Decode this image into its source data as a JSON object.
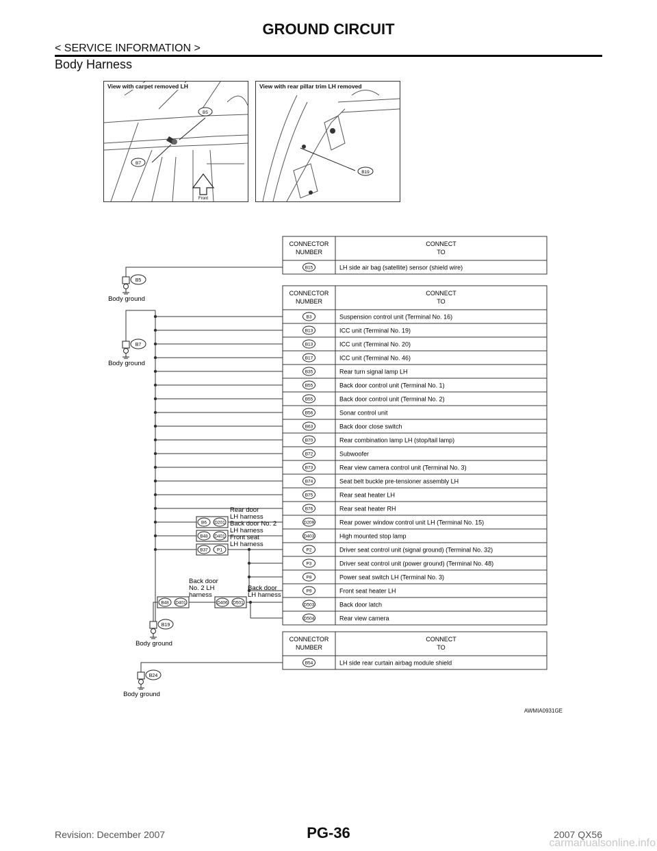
{
  "header": {
    "title": "GROUND CIRCUIT",
    "subtitle": "< SERVICE INFORMATION >",
    "section": "Body Harness"
  },
  "photos": {
    "left": {
      "caption": "View with carpet removed LH",
      "callouts": [
        "B5",
        "B7"
      ],
      "front_label": "Front"
    },
    "right": {
      "caption": "View with rear pillar trim LH removed",
      "callouts": [
        "B19"
      ]
    }
  },
  "table_headers": {
    "connector": [
      "CONNECTOR",
      "NUMBER"
    ],
    "connect_to": [
      "CONNECT",
      "TO"
    ]
  },
  "ground_points": [
    {
      "id": "B5",
      "label": "Body ground"
    },
    {
      "id": "B7",
      "label": "Body ground"
    },
    {
      "id": "B19",
      "label": "Body ground"
    },
    {
      "id": "B24",
      "label": "Body ground"
    }
  ],
  "table1": [
    {
      "connector": "B15",
      "description": "LH side air bag (satellite) sensor (shield wire)"
    }
  ],
  "table2": [
    {
      "connector": "B3",
      "description": "Suspension control unit (Terminal No. 16)"
    },
    {
      "connector": "B13",
      "description": "ICC unit (Terminal No. 19)"
    },
    {
      "connector": "B13",
      "description": "ICC unit (Terminal No. 20)"
    },
    {
      "connector": "B17",
      "description": "ICC unit (Terminal No. 46)"
    },
    {
      "connector": "B35",
      "description": "Rear turn signal lamp LH"
    },
    {
      "connector": "B55",
      "description": "Back door control unit (Terminal No. 1)"
    },
    {
      "connector": "B55",
      "description": "Back door control unit (Terminal No. 2)"
    },
    {
      "connector": "B56",
      "description": "Sonar control unit"
    },
    {
      "connector": "B63",
      "description": "Back door close switch"
    },
    {
      "connector": "B70",
      "description": "Rear combination lamp LH (stop/tail lamp)"
    },
    {
      "connector": "B72",
      "description": "Subwoofer"
    },
    {
      "connector": "B73",
      "description": "Rear view camera control unit (Terminal No. 3)"
    },
    {
      "connector": "B74",
      "description": "Seat belt buckle pre-tensioner assembly LH"
    },
    {
      "connector": "B75",
      "description": "Rear seat heater LH"
    },
    {
      "connector": "B76",
      "description": "Rear seat heater RH"
    },
    {
      "connector": "D209",
      "description": "Rear power window control unit LH (Terminal No. 15)"
    },
    {
      "connector": "D403",
      "description": "High mounted stop lamp"
    },
    {
      "connector": "P2",
      "description": "Driver seat control unit (signal ground) (Terminal No. 32)"
    },
    {
      "connector": "P3",
      "description": "Driver seat control unit (power ground) (Terminal No. 48)"
    },
    {
      "connector": "P8",
      "description": "Power seat switch LH (Terminal No. 3)"
    },
    {
      "connector": "P9",
      "description": "Front seat heater LH"
    },
    {
      "connector": "D503",
      "description": "Back door latch"
    },
    {
      "connector": "D504",
      "description": "Rear view camera"
    }
  ],
  "table3": [
    {
      "connector": "B54",
      "description": "LH side rear curtain airbag module shield"
    }
  ],
  "harness_joints": [
    {
      "pair": [
        "B6",
        "D201"
      ],
      "label": [
        "Rear door",
        "LH harness"
      ]
    },
    {
      "pair": [
        "B48",
        "D401"
      ],
      "label": [
        "Back door No. 2",
        "LH harness"
      ]
    },
    {
      "pair": [
        "B37",
        "P1"
      ],
      "label": [
        "Front seat",
        "LH harness"
      ]
    }
  ],
  "back_door_joints": [
    {
      "pair": [
        "B48",
        "D401"
      ],
      "label": [
        "Back door",
        "No. 2 LH",
        "harness"
      ]
    },
    {
      "pair": [
        "D406",
        "D501"
      ],
      "label": [
        "Back door",
        "LH harness"
      ]
    }
  ],
  "figure_code": "AWMIA0931GE",
  "footer": {
    "revision": "Revision: December 2007",
    "page": "PG-36",
    "model": "2007 QX56"
  },
  "watermark": "carmanualsonline.info"
}
